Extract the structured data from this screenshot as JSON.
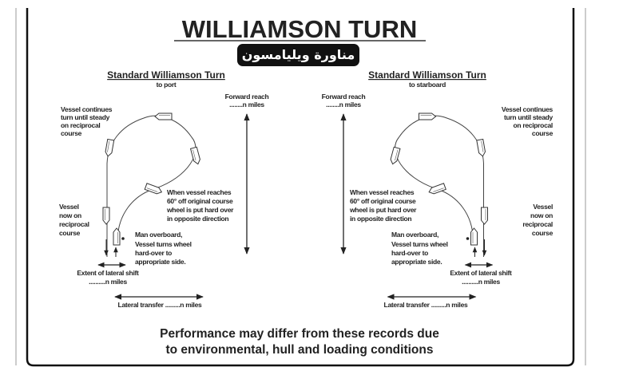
{
  "title": "WILLIAMSON TURN",
  "arabic_caption": "مناورة ويليامسون",
  "port": {
    "heading": "Standard Williamson Turn",
    "subheading": "to port",
    "forward_reach": [
      "Forward reach",
      "........n miles"
    ],
    "continues": [
      "Vessel continues",
      "turn until steady",
      "on reciprocal",
      "course"
    ],
    "reciprocal": [
      "Vessel",
      "now on",
      "reciprocal",
      "course"
    ],
    "sixty": [
      "When vessel reaches",
      "60° off original course",
      "wheel is put hard over",
      "in opposite direction"
    ],
    "mob": [
      "Man overboard,",
      "Vessel turns wheel",
      "hard-over to",
      "appropriate side."
    ],
    "lateral_shift": [
      "Extent of lateral shift",
      "..........n miles"
    ],
    "lateral_transfer": "Lateral transfer .........n miles"
  },
  "starboard": {
    "heading": "Standard Williamson Turn",
    "subheading": "to starboard",
    "forward_reach": [
      "Forward reach",
      "........n miles"
    ],
    "continues": [
      "Vessel continues",
      "turn until steady",
      "on reciprocal",
      "course"
    ],
    "reciprocal": [
      "Vessel",
      "now on",
      "reciprocal",
      "course"
    ],
    "sixty": [
      "When vessel reaches",
      "60° off original course",
      "wheel is put hard over",
      "in opposite direction"
    ],
    "mob": [
      "Man overboard,",
      "Vessel turns wheel",
      "hard-over to",
      "appropriate side."
    ],
    "lateral_shift": [
      "Extent of lateral shift",
      "..........n miles"
    ],
    "lateral_transfer": "Lateral transfer .........n miles"
  },
  "footer": [
    "Performance may differ from these records due",
    "to environmental, hull and loading conditions"
  ]
}
